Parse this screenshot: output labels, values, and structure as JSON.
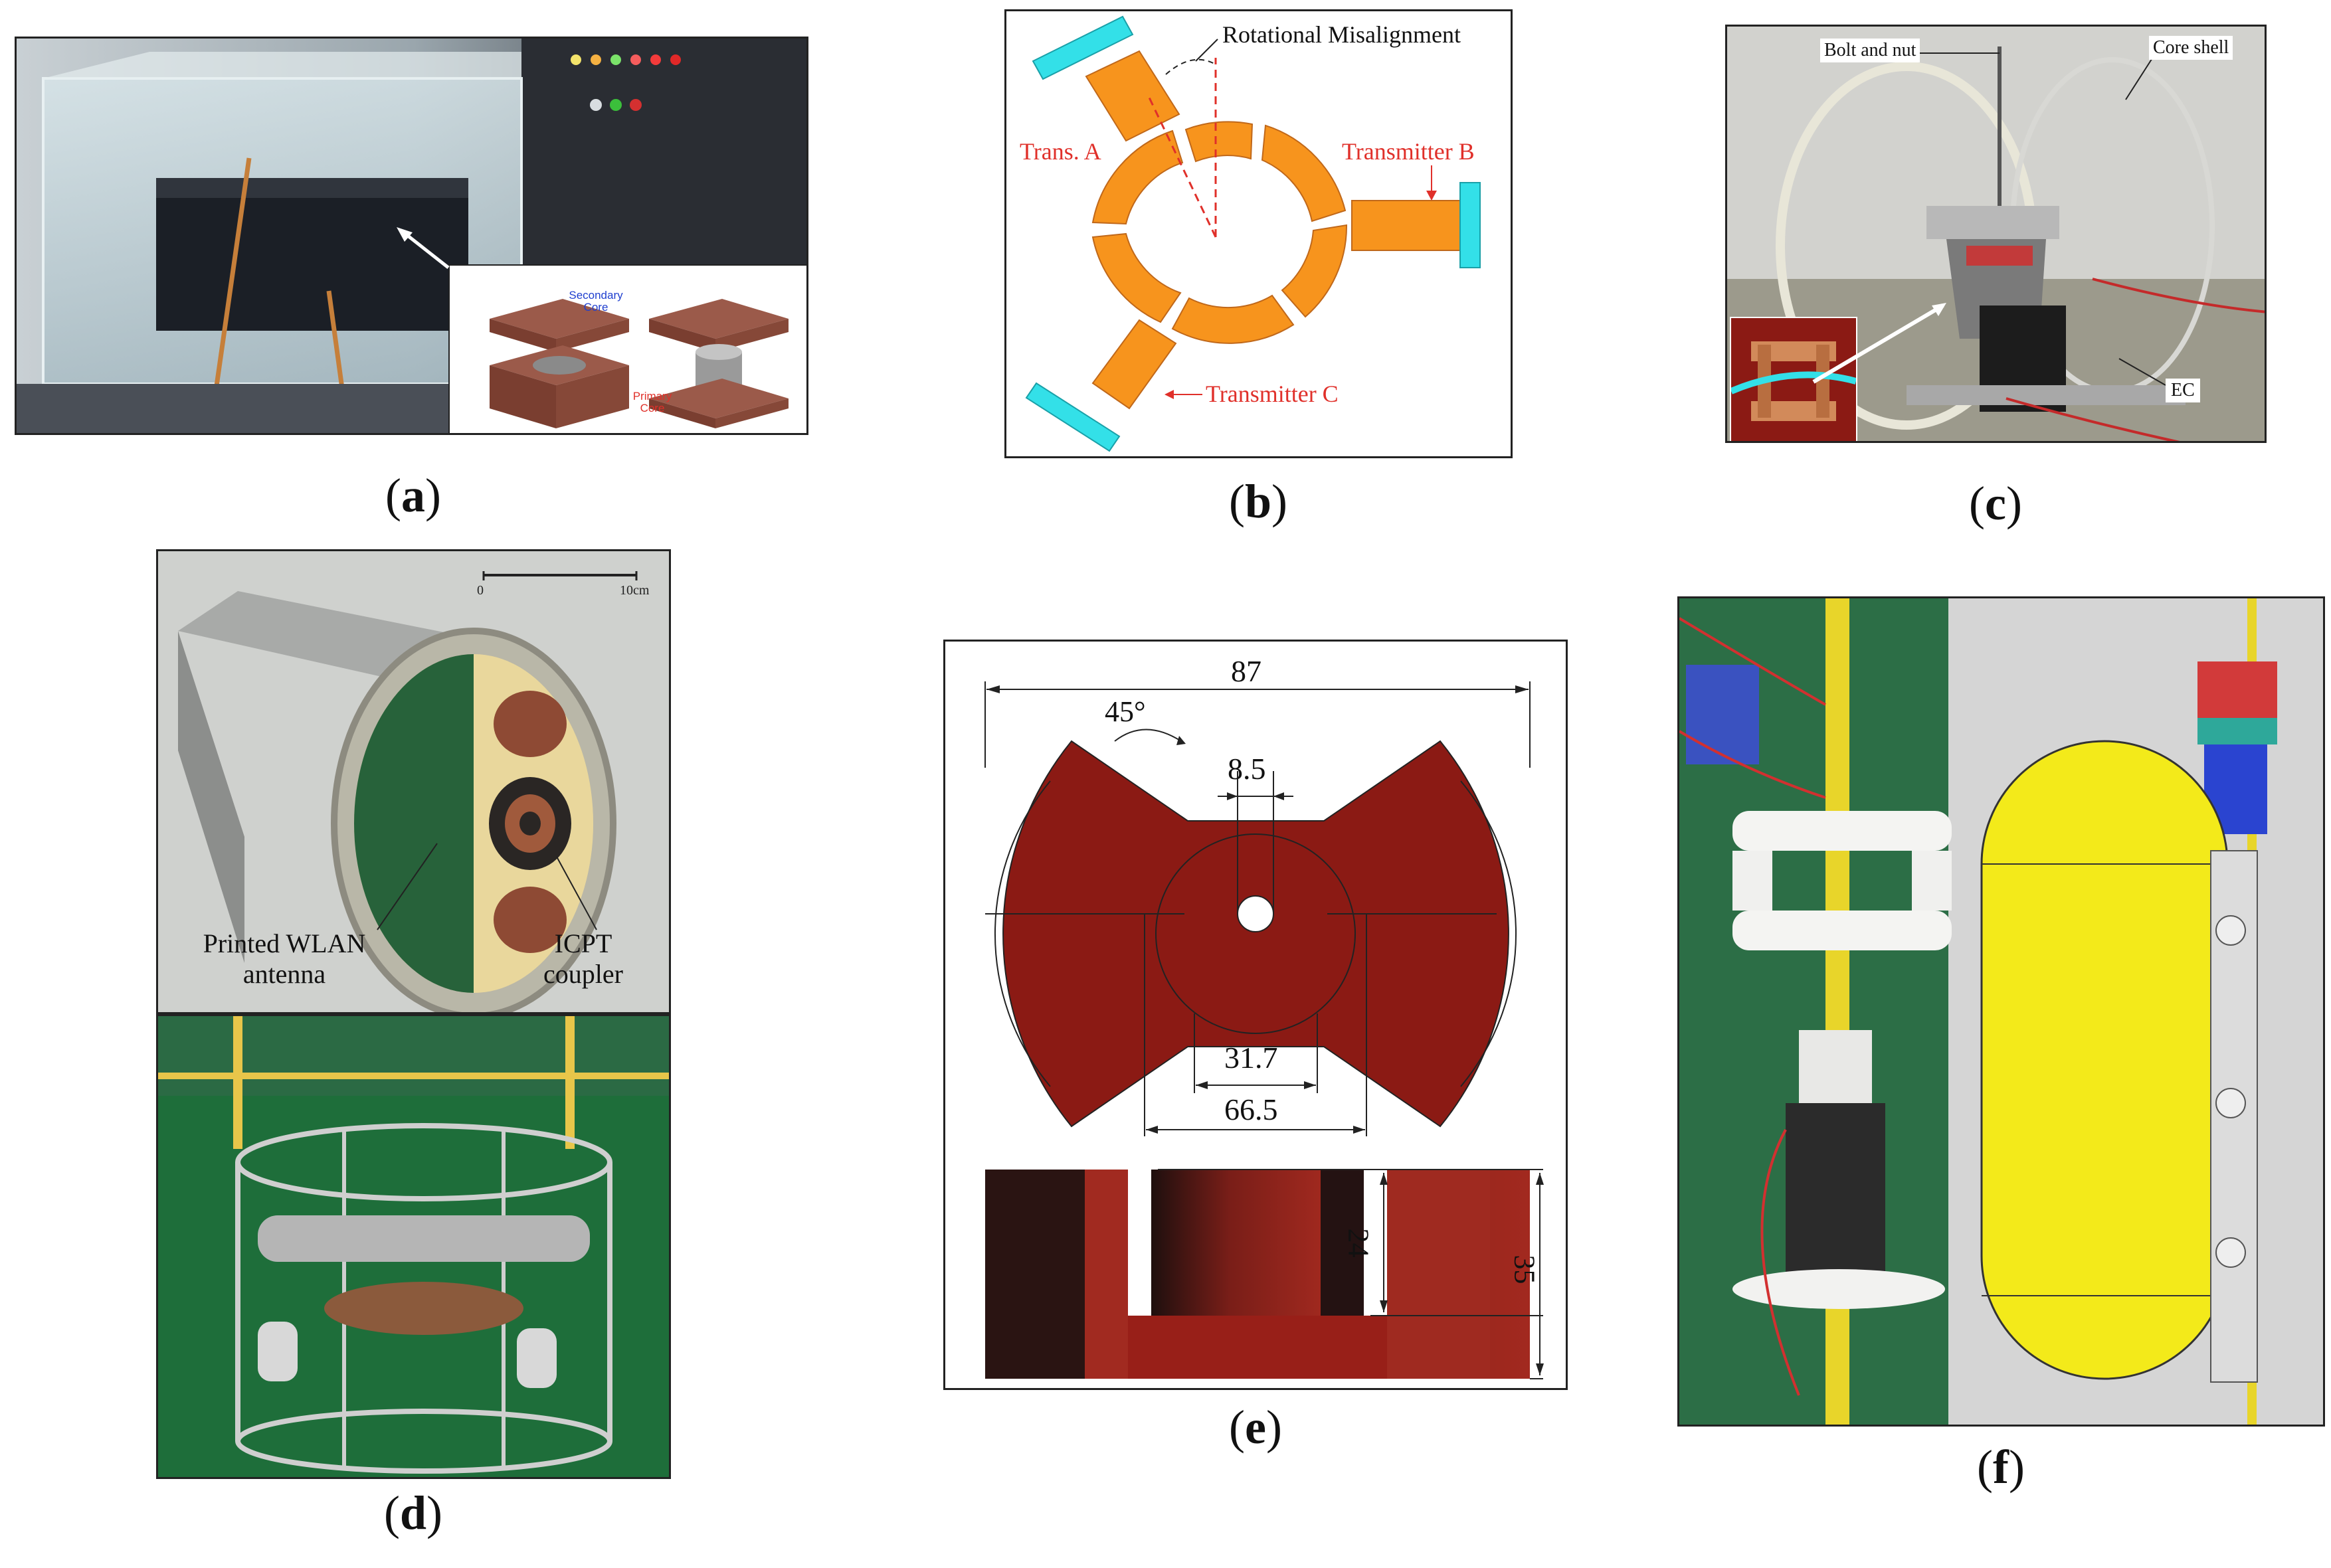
{
  "panels": {
    "a": {
      "caption_open": "(",
      "caption_letter": "a",
      "caption_close": ")",
      "labels": {
        "secondary_core": "Secondary Core",
        "primary_core": "Primary Core"
      }
    },
    "b": {
      "caption_open": "(",
      "caption_letter": "b",
      "caption_close": ")",
      "labels": {
        "misalignment": "Rotational Misalignment",
        "trans_a": "Trans. A",
        "trans_b": "Transmitter B",
        "trans_c": "Transmitter C"
      }
    },
    "c": {
      "caption_open": "(",
      "caption_letter": "c",
      "caption_close": ")",
      "labels": {
        "bolt_nut": "Bolt and nut",
        "core_shell": "Core shell",
        "ec": "EC"
      }
    },
    "d": {
      "caption_open": "(",
      "caption_letter": "d",
      "caption_close": ")",
      "labels": {
        "scale_zero": "0",
        "scale_end": "10cm",
        "antenna_1": "Printed WLAN",
        "antenna_2": "antenna",
        "coupler_1": "ICPT",
        "coupler_2": "coupler"
      }
    },
    "e": {
      "caption_open": "(",
      "caption_letter": "e",
      "caption_close": ")",
      "dims": {
        "width": "87",
        "angle": "45°",
        "slot": "8.5",
        "inner": "31.7",
        "outer": "66.5",
        "depth": "24",
        "height": "35"
      }
    },
    "f": {
      "caption_open": "(",
      "caption_letter": "f",
      "caption_close": ")"
    }
  },
  "colors": {
    "core_red": "#8b1a14",
    "orange": "#f7941d",
    "cyan": "#33e0e8",
    "yellow": "#f2ec1a",
    "label_red": "#e0302a",
    "label_blue": "#1f3fcf"
  }
}
